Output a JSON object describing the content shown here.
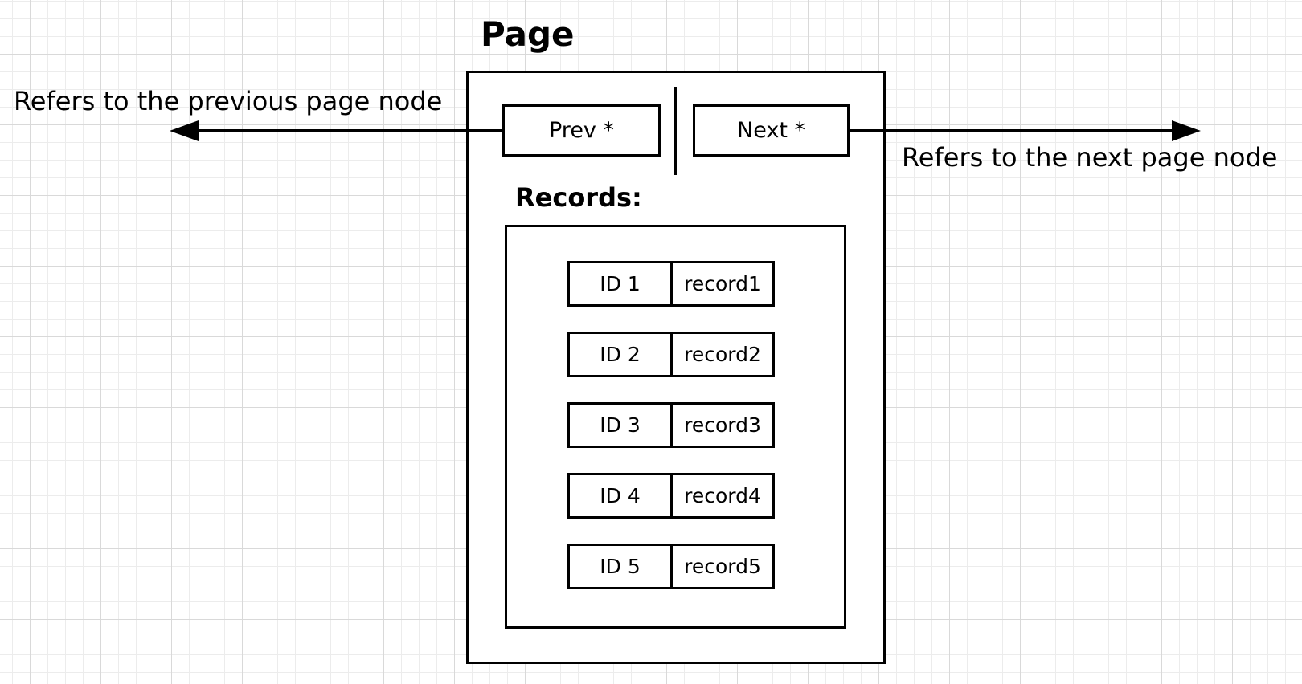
{
  "diagram": {
    "title": "Page",
    "prev_label": "Prev *",
    "next_label": "Next *",
    "records_label": "Records:",
    "left_arrow_label": "Refers to the previous page node",
    "right_arrow_label": "Refers to the next page node",
    "records": [
      {
        "id": "ID 1",
        "value": "record1"
      },
      {
        "id": "ID 2",
        "value": "record2"
      },
      {
        "id": "ID 3",
        "value": "record3"
      },
      {
        "id": "ID 4",
        "value": "record4"
      },
      {
        "id": "ID 5",
        "value": "record5"
      }
    ],
    "colors": {
      "stroke": "#000000",
      "background": "#ffffff",
      "grid_minor": "#ececec",
      "grid_major": "#d9d9d9"
    }
  }
}
